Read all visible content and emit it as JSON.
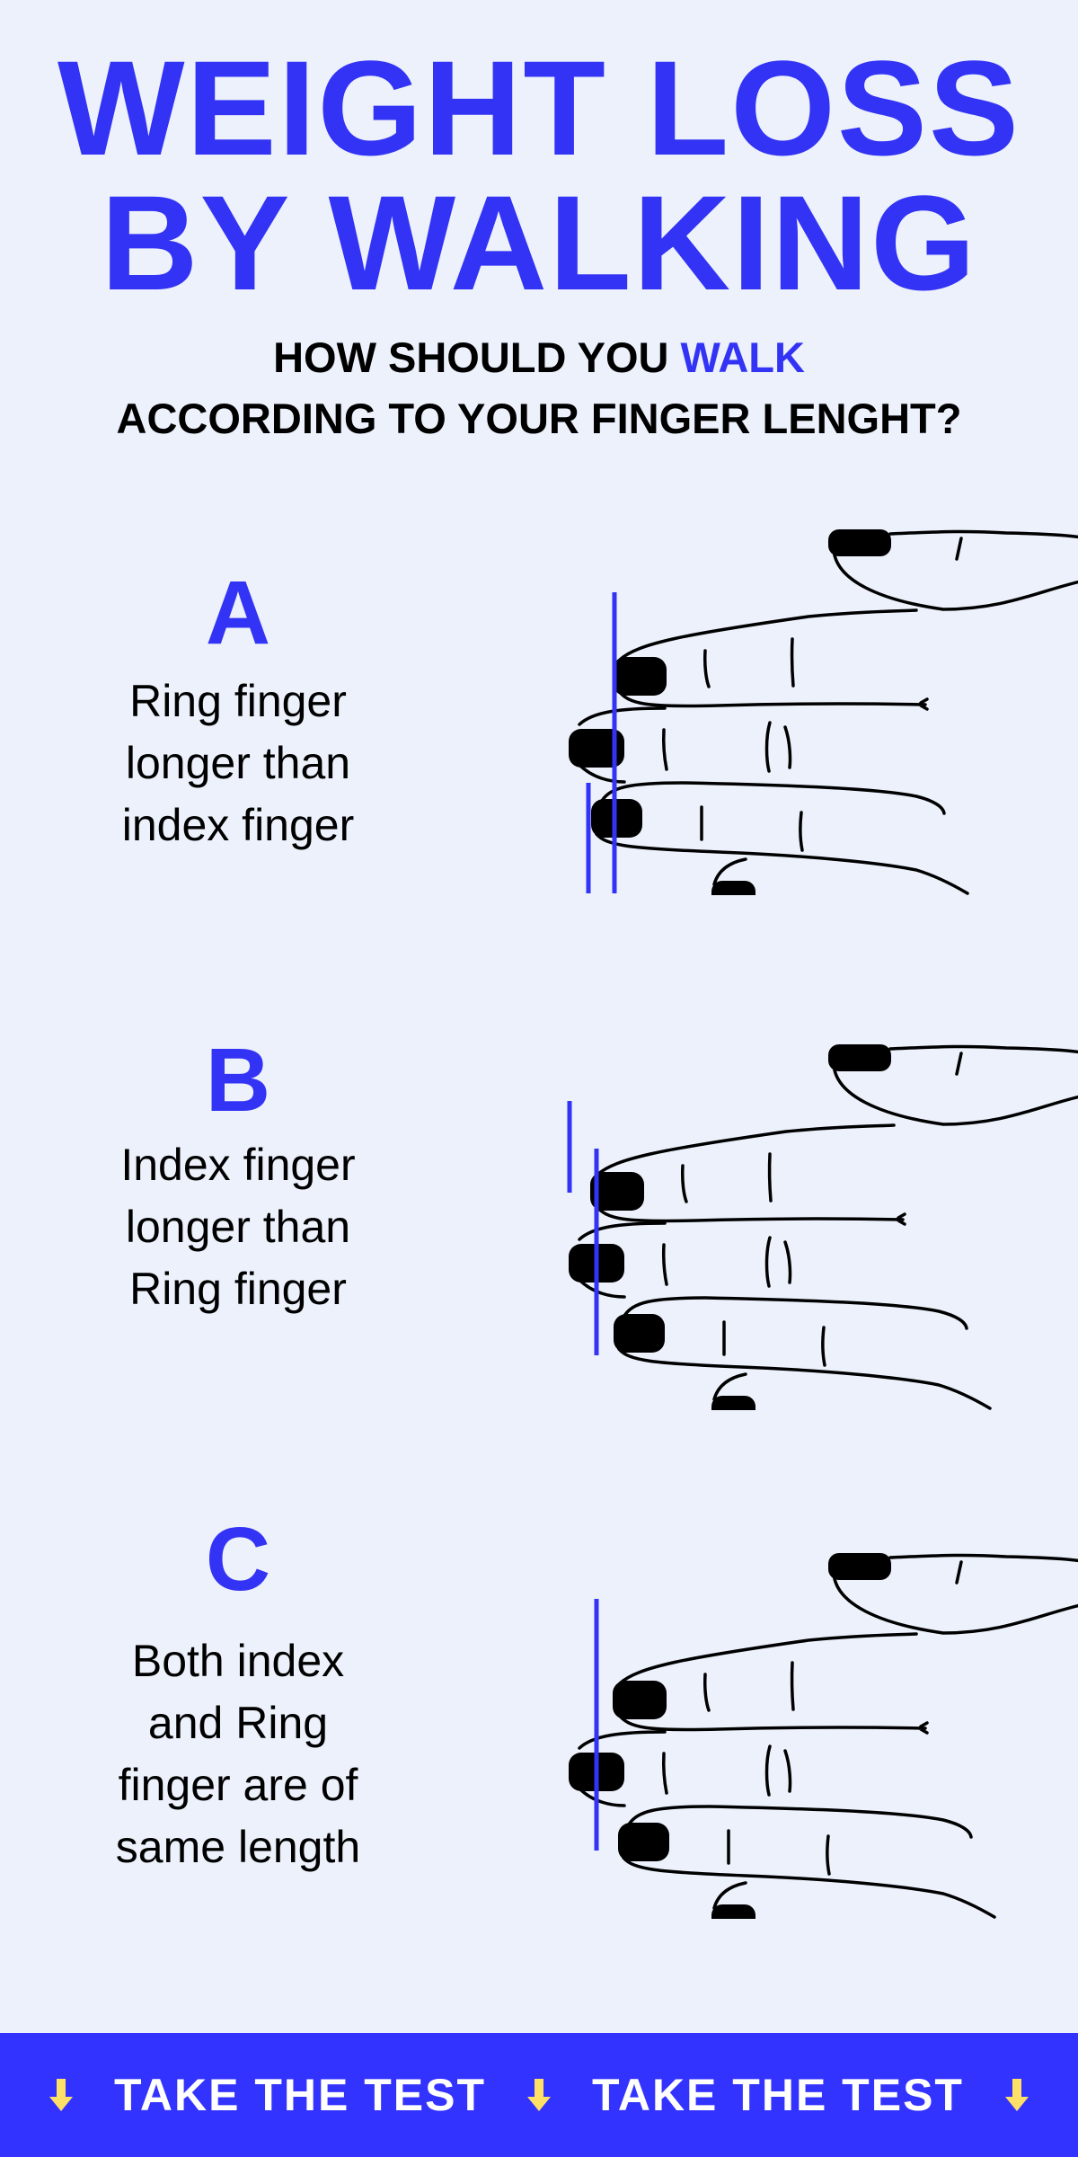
{
  "header": {
    "title_line1": "WEIGHT LOSS",
    "title_line2": "BY WALKING",
    "subtitle_line1_prefix": "HOW SHOULD YOU ",
    "subtitle_line1_highlight": "WALK",
    "subtitle_line2": "ACCORDING TO YOUR FINGER LENGHT?"
  },
  "options": [
    {
      "letter": "A",
      "lines": [
        "Ring finger",
        "longer than",
        "index finger"
      ]
    },
    {
      "letter": "B",
      "lines": [
        "Index finger",
        "longer than",
        "Ring finger"
      ]
    },
    {
      "letter": "C",
      "lines": [
        "Both index",
        "and Ring",
        "finger are of",
        "same length"
      ]
    }
  ],
  "footer": {
    "cta_1": "TAKE THE TEST",
    "cta_2": "TAKE THE TEST",
    "bar_color": "#3333ff",
    "arrow_color": "#ffe066"
  },
  "colors": {
    "accent": "#3333f5",
    "background": "#ecf1fb"
  }
}
